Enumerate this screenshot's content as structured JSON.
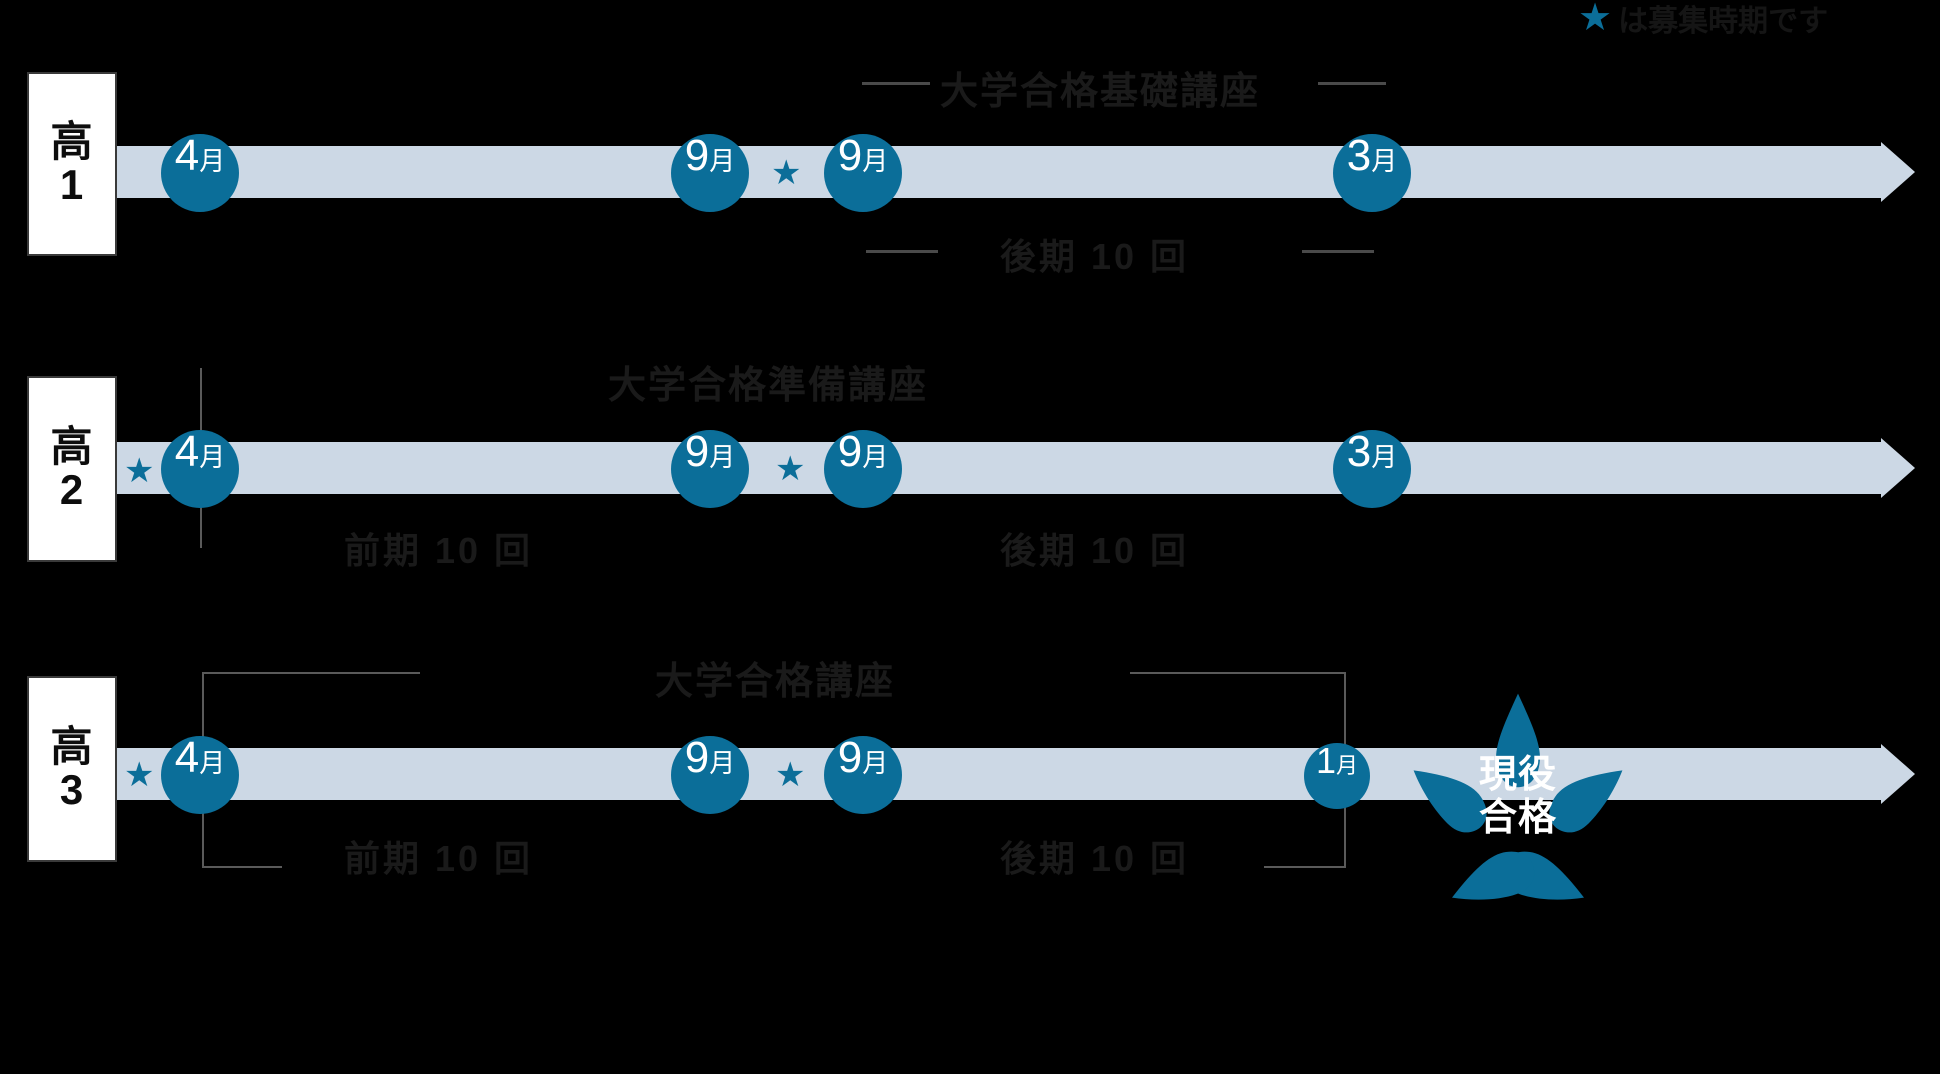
{
  "legend": {
    "star_glyph": "★",
    "text": "は募集時期です"
  },
  "accent": {
    "bubble_blue": "#0b6e99",
    "track_blue": "#ccd8e5",
    "text_dark": "#1a1a1a",
    "box_white": "#ffffff"
  },
  "rows": [
    {
      "year_kanji": "高",
      "year_number": "1",
      "course_title": "大学合格基礎講座",
      "markers": [
        {
          "num": "4",
          "unit": "月"
        },
        {
          "num": "9",
          "unit": "月"
        },
        {
          "num": "9",
          "unit": "月"
        },
        {
          "num": "3",
          "unit": "月"
        }
      ],
      "stars": [
        "★"
      ],
      "terms": [
        "後期 10 回"
      ]
    },
    {
      "year_kanji": "高",
      "year_number": "2",
      "course_title": "大学合格準備講座",
      "markers": [
        {
          "num": "4",
          "unit": "月"
        },
        {
          "num": "9",
          "unit": "月"
        },
        {
          "num": "9",
          "unit": "月"
        },
        {
          "num": "3",
          "unit": "月"
        }
      ],
      "stars": [
        "★",
        "★"
      ],
      "terms": [
        "前期 10 回",
        "後期 10 回"
      ]
    },
    {
      "year_kanji": "高",
      "year_number": "3",
      "course_title": "大学合格講座",
      "markers": [
        {
          "num": "4",
          "unit": "月"
        },
        {
          "num": "9",
          "unit": "月"
        },
        {
          "num": "9",
          "unit": "月"
        },
        {
          "num": "1",
          "unit": "月"
        }
      ],
      "stars": [
        "★",
        "★"
      ],
      "terms": [
        "前期 10 回",
        "後期 10 回"
      ]
    }
  ],
  "goal": {
    "line1": "現役",
    "line2": "合格"
  }
}
